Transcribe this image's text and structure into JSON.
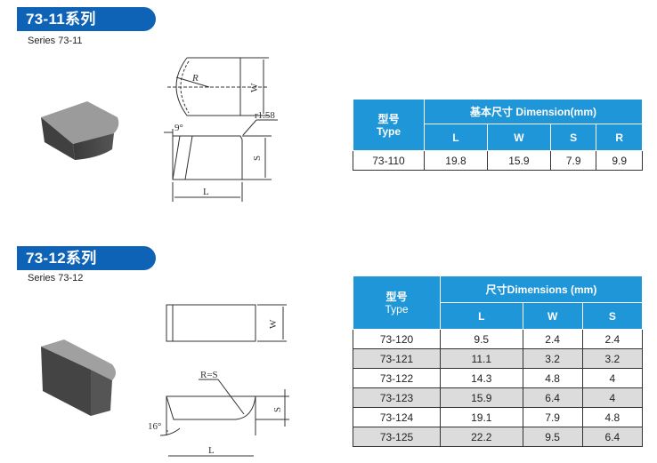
{
  "section1": {
    "title": "73-11系列",
    "subtitle": "Series 73-11",
    "drawing": {
      "radius_label": "R",
      "width_label": "W",
      "angle_label": "9°",
      "corner_label": "r1.58",
      "height_label": "S",
      "length_label": "L"
    },
    "table": {
      "type_cn": "型号",
      "type_en": "Type",
      "dimension_header": "基本尺寸  Dimension(mm)",
      "columns": [
        "L",
        "W",
        "S",
        "R"
      ],
      "rows": [
        {
          "type": "73-110",
          "values": [
            "19.8",
            "15.9",
            "7.9",
            "9.9"
          ]
        }
      ]
    }
  },
  "section2": {
    "title": "73-12系列",
    "subtitle": "Series 73-12",
    "drawing": {
      "width_label": "W",
      "radius_label": "R=S",
      "angle_label": "16°",
      "height_label": "S",
      "length_label": "L"
    },
    "table": {
      "type_cn": "型号",
      "type_en": "Type",
      "dimension_header": "尺寸Dimensions (mm)",
      "columns": [
        "L",
        "W",
        "S"
      ],
      "rows": [
        {
          "type": "73-120",
          "values": [
            "9.5",
            "2.4",
            "2.4"
          ]
        },
        {
          "type": "73-121",
          "values": [
            "11.1",
            "3.2",
            "3.2"
          ]
        },
        {
          "type": "73-122",
          "values": [
            "14.3",
            "4.8",
            "4"
          ]
        },
        {
          "type": "73-123",
          "values": [
            "15.9",
            "6.4",
            "4"
          ]
        },
        {
          "type": "73-124",
          "values": [
            "19.1",
            "7.9",
            "4.8"
          ]
        },
        {
          "type": "73-125",
          "values": [
            "22.2",
            "9.5",
            "6.4"
          ]
        }
      ]
    }
  },
  "colors": {
    "banner": "#0e63b6",
    "table_header": "#1f96d8",
    "row_shade": "#dcdcdc"
  }
}
